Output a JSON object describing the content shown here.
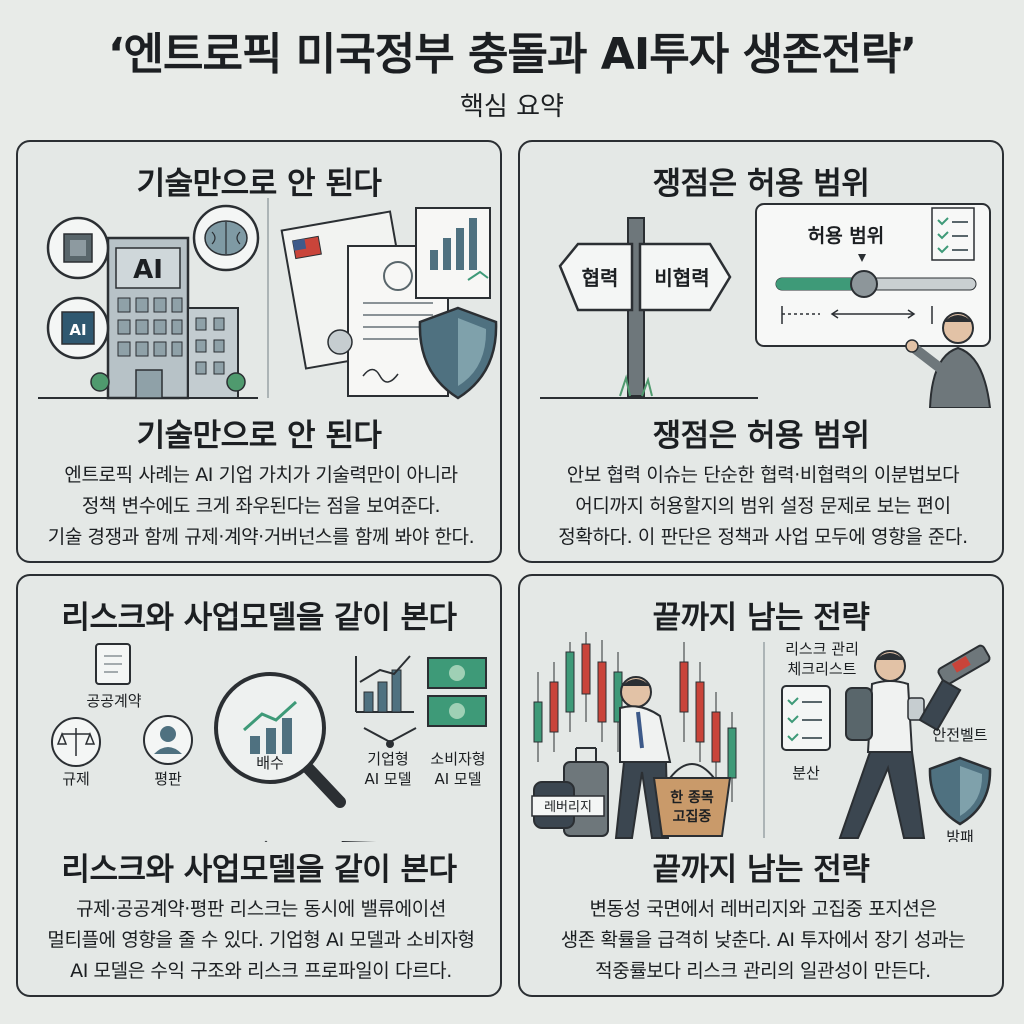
{
  "header": {
    "title": "‘엔트로픽 미국정부 충돌과 AI투자 생존전략’",
    "subtitle": "핵심 요약"
  },
  "panels": [
    {
      "title_top": "기술만으로 안 된다",
      "title_mid": "기술만으로 안 된다",
      "lines": [
        "엔트로픽 사례는 AI 기업 가치가 기술력만이 아니라",
        "정책 변수에도 크게 좌우된다는 점을 보여준다.",
        "기술 경쟁과 함께 규제·계약·거버넌스를 함께 봐야 한다."
      ],
      "art": {
        "building_label": "AI",
        "chip_label": "AI"
      }
    },
    {
      "title_top": "쟁점은 허용 범위",
      "title_mid": "쟁점은 허용 범위",
      "lines": [
        "안보 협력 이슈는 단순한 협력·비협력의 이분법보다",
        "어디까지 허용할지의 범위 설정 문제로 보는 편이",
        "정확하다. 이 판단은 정책과 사업 모두에 영향을 준다."
      ],
      "art": {
        "sign_left": "협력",
        "sign_right": "비협력",
        "range_label": "허용 범위"
      }
    },
    {
      "title_top": "리스크와 사업모델을 같이 본다",
      "title_mid": "리스크와 사업모델을 같이 본다",
      "lines": [
        "규제·공공계약·평판 리스크는 동시에 밸류에이션",
        "멀티플에 영향을 줄 수 있다. 기업형 AI 모델과 소비자형",
        "AI 모델은 수익 구조와 리스크 프로파일이 다르다."
      ],
      "art": {
        "public_contract": "공공계약",
        "regulation": "규제",
        "reputation": "평판",
        "multiple": "배수",
        "enterprise_1": "기업형",
        "enterprise_2": "AI 모델",
        "consumer_1": "소비자형",
        "consumer_2": "AI 모델"
      }
    },
    {
      "title_top": "끝까지 남는 전략",
      "title_mid": "끝까지 남는 전략",
      "lines": [
        "변동성 국면에서 레버리지와 고집중 포지션은",
        "생존 확률을 급격히 낮춘다. AI 투자에서 장기 성과는",
        "적중률보다 리스크 관리의 일관성이 만든다."
      ],
      "art": {
        "leverage": "레버리지",
        "basket_1": "한 종목",
        "basket_2": "고집중",
        "checklist_1": "리스크 관리",
        "checklist_2": "체크리스트",
        "seatbelt": "안전벨트",
        "diversify": "분산",
        "shield": "방패"
      }
    }
  ],
  "colors": {
    "background": "#e8ebe8",
    "panel_border": "#2b2f33",
    "accent_green": "#3e9a78",
    "accent_blue": "#4f7180",
    "candle_red": "#c9443a",
    "candle_green": "#3e9a78"
  }
}
